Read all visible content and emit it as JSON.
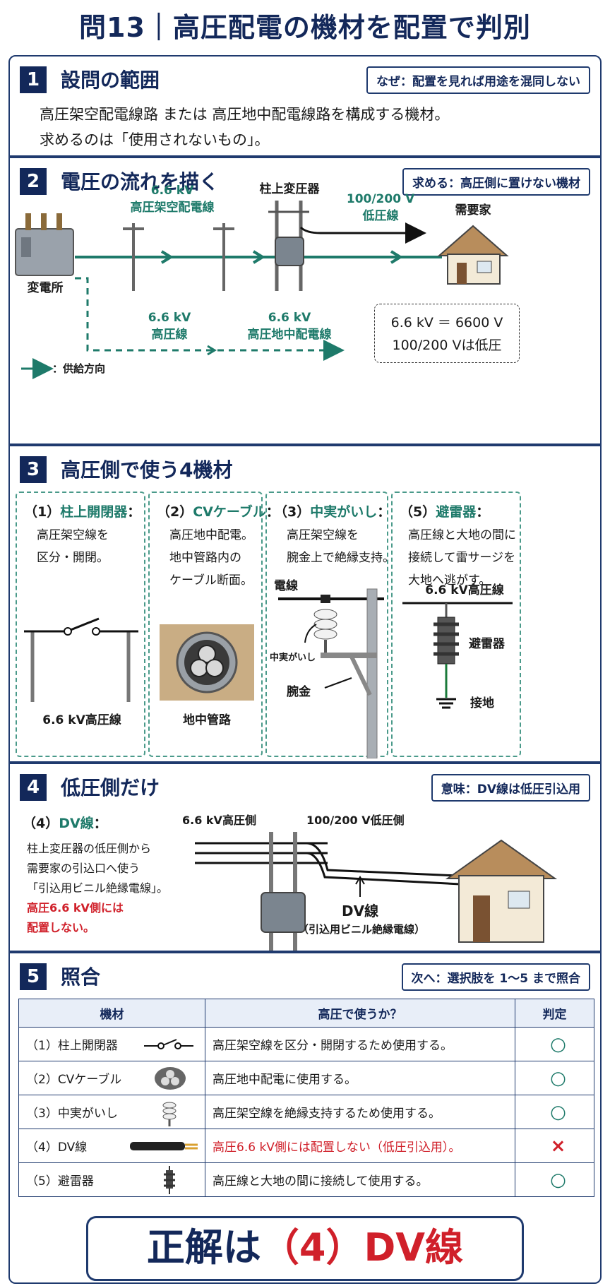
{
  "title": "問13｜高圧配電の機材を配置で判別",
  "s1": {
    "num": "1",
    "heading": "設問の範囲",
    "tag": "なぜ：配置を見れば用途を混同しない",
    "line1": "高圧架空配電線路 または 高圧地中配電線路を構成する機材。",
    "line2": "求めるのは「使用されないもの」。"
  },
  "s2": {
    "num": "2",
    "heading": "電圧の流れを描く",
    "tag": "求める：高圧側に置けない機材",
    "overhead_v": "6.6 kV",
    "overhead_name": "高圧架空配電線",
    "transformer": "柱上変圧器",
    "low_v": "100/200 V",
    "low_name": "低圧線",
    "consumer": "需要家",
    "substation": "変電所",
    "hv_v": "6.6 kV",
    "hv_name": "高圧線",
    "ug_v": "6.6 kV",
    "ug_name": "高圧地中配電線",
    "note1": "6.6 kV ＝ 6600 V",
    "note2": "100/200 Vは低圧",
    "legend": "：供給方向"
  },
  "s3": {
    "num": "3",
    "heading": "高圧側で使う4機材",
    "cards": [
      {
        "no": "（1）",
        "name": "柱上開閉器",
        "colon": "：",
        "t1": "高圧架空線を",
        "t2": "区分・開閉。",
        "t3": "",
        "cap": "6.6 kV高圧線"
      },
      {
        "no": "（2）",
        "name": "CVケーブル",
        "colon": "：",
        "t1": "高圧地中配電。",
        "t2": "地中管路内の",
        "t3": "ケーブル断面。",
        "cap": "地中管路"
      },
      {
        "no": "（3）",
        "name": "中実がいし",
        "colon": "：",
        "t1": "高圧架空線を",
        "t2": "腕金上で絶縁支持。",
        "t3": "",
        "cap1": "電線",
        "cap2": "中実がいし",
        "cap3": "腕金"
      },
      {
        "no": "（5）",
        "name": "避雷器",
        "colon": "：",
        "t1": "高圧線と大地の間に",
        "t2": "接続して雷サージを",
        "t3": "大地へ逃がす。",
        "cap1": "6.6 kV高圧線",
        "cap2": "避雷器",
        "cap3": "接地"
      }
    ]
  },
  "s4": {
    "num": "4",
    "heading": "低圧側だけ",
    "tag": "意味：DV線は低圧引込用",
    "no": "（4）",
    "name": "DV線",
    "colon": "：",
    "t1": "柱上変圧器の低圧側から",
    "t2": "需要家の引込口へ使う",
    "t3": "「引込用ビニル絶縁電線」。",
    "w1": "高圧6.6 kV側には",
    "w2": "配置しない。",
    "hv_side": "6.6 kV高圧側",
    "lv_side": "100/200 V低圧側",
    "dv_label": "DV線",
    "dv_sub": "（引込用ビニル絶縁電線）"
  },
  "s5": {
    "num": "5",
    "heading": "照合",
    "tag": "次へ：選択肢を 1〜5 まで照合",
    "col1": "機材",
    "col2": "高圧で使うか？",
    "col3": "判定",
    "rows": [
      {
        "mat": "（1）柱上開閉器",
        "use": "高圧架空線を区分・開閉するため使用する。",
        "res": "○",
        "icon": "switch-icon"
      },
      {
        "mat": "（2）CVケーブル",
        "use": "高圧地中配電に使用する。",
        "res": "○",
        "icon": "cv-cable-icon"
      },
      {
        "mat": "（3）中実がいし",
        "use": "高圧架空線を絶縁支持するため使用する。",
        "res": "○",
        "icon": "insulator-icon"
      },
      {
        "mat": "（4）DV線",
        "use": "高圧6.6 kV側には配置しない（低圧引込用）。",
        "res": "×",
        "icon": "dv-wire-icon"
      },
      {
        "mat": "（5）避雷器",
        "use": "高圧線と大地の間に接続して使用する。",
        "res": "○",
        "icon": "arrester-icon"
      }
    ],
    "answer_pre": "正解は",
    "answer_hl": "（4）DV線"
  },
  "colors": {
    "navy": "#13285a",
    "teal": "#1e7a6a",
    "red": "#d0202a",
    "ok": "#1e7a6a"
  }
}
